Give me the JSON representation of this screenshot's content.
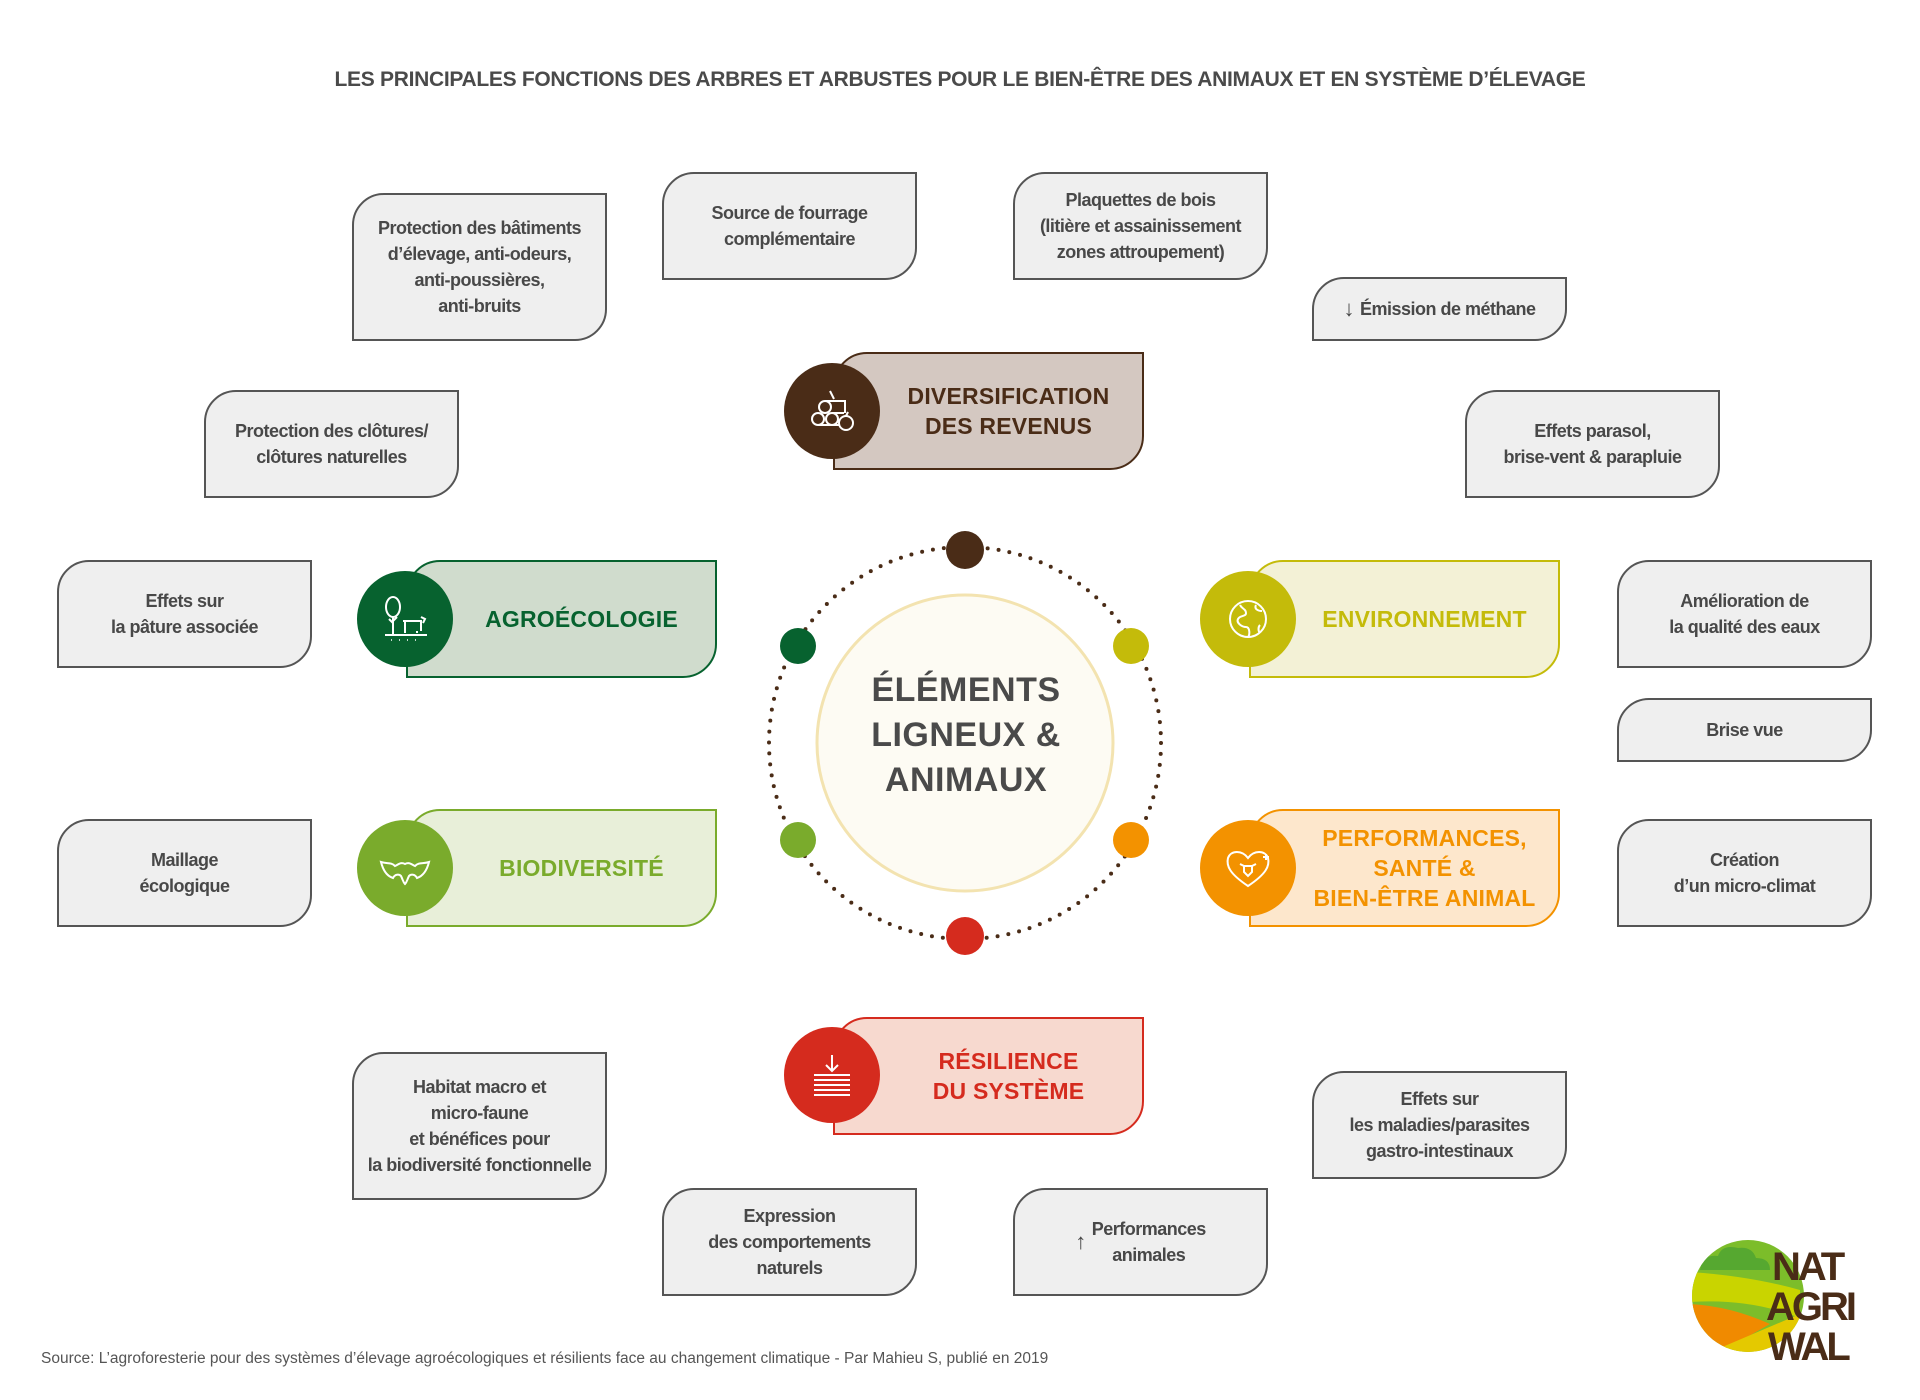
{
  "title": "LES PRINCIPALES FONCTIONS DES ARBRES ET ARBUSTES POUR LE BIEN-ÊTRE DES ANIMAUX ET EN SYSTÈME D’ÉLEVAGE",
  "center": "ÉLÉMENTS\nLIGNEUX &\nANIMAUX",
  "categories": {
    "diversification": {
      "label": "DIVERSIFICATION\nDES REVENUS",
      "color": "#4a2c17",
      "bg": "#d4c8c1",
      "icon": "logs-apple-icon"
    },
    "agroecologie": {
      "label": "AGROÉCOLOGIE",
      "color": "#07622f",
      "bg": "#d0dccd",
      "icon": "tree-cow-icon"
    },
    "biodiversite": {
      "label": "BIODIVERSITÉ",
      "color": "#7aab2c",
      "bg": "#e8efd9",
      "icon": "bat-icon"
    },
    "environnement": {
      "label": "ENVIRONNEMENT",
      "color": "#c4bb0a",
      "bg": "#f3f1d6",
      "icon": "globe-icon"
    },
    "performances": {
      "label": "PERFORMANCES,\nSANTÉ &\nBIEN-ÊTRE ANIMAL",
      "color": "#f39200",
      "bg": "#fde7cc",
      "icon": "heart-cow-icon"
    },
    "resilience": {
      "label": "RÉSILIENCE\nDU SYSTÈME",
      "color": "#d52b1e",
      "bg": "#f7d9cf",
      "icon": "layers-arrow-icon"
    }
  },
  "boxes": {
    "batiments": "Protection des bâtiments\nd’élevage, anti-odeurs,\nanti-poussières,\nanti-bruits",
    "fourrage": "Source de fourrage\ncomplémentaire",
    "plaquettes": "Plaquettes de bois\n(litière et assainissement\nzones attroupement)",
    "methane": "Émission de méthane",
    "methane_arrow": "↓",
    "parasol": "Effets parasol,\nbrise-vent & parapluie",
    "clotures": "Protection des clôtures/\nclôtures naturelles",
    "pature": "Effets sur\nla pâture associée",
    "eaux": "Amélioration de\nla qualité des eaux",
    "brise_vue": "Brise vue",
    "maillage": "Maillage\nécologique",
    "micro_climat": "Création\nd’un micro-climat",
    "habitat": "Habitat macro et\nmicro-faune\net bénéfices pour\nla biodiversité fonctionnelle",
    "maladies": "Effets sur\nles maladies/parasites\ngastro-intestinaux",
    "expression": "Expression\ndes comportements\nnaturels",
    "performances": "Performances\nanimales",
    "performances_arrow": "↑"
  },
  "source": "Source: L’agroforesterie pour des systèmes d’élevage agroécologiques et résilients face au changement climatique - Par Mahieu S, publié en 2019",
  "logo": "NAT AGRI WAL"
}
